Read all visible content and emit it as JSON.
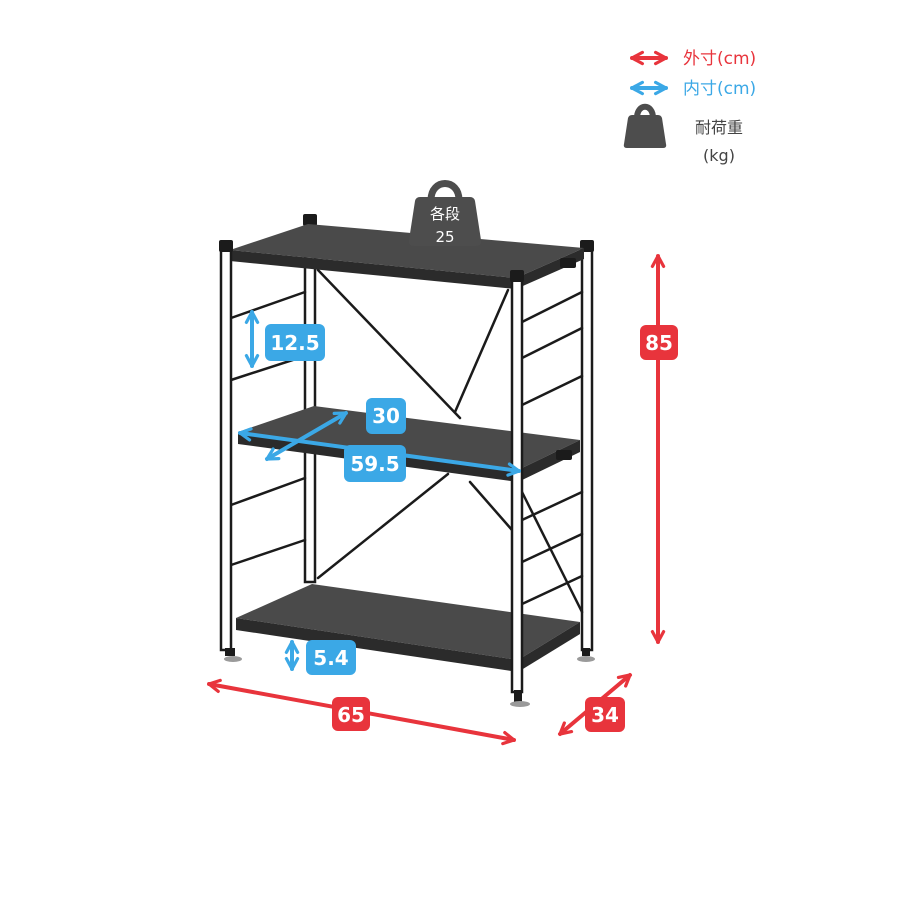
{
  "legend": {
    "outer_label": "外寸(cm)",
    "inner_label": "内寸(cm)",
    "load_label_line1": "耐荷重",
    "load_label_line2": "(kg)"
  },
  "load_badge": {
    "line1": "各段",
    "line2": "25"
  },
  "outer_dimensions": {
    "height": "85",
    "width": "65",
    "depth": "34"
  },
  "inner_dimensions": {
    "shelf_spacing": "12.5",
    "depth": "30",
    "width": "59.5",
    "floor_clearance": "5.4"
  },
  "colors": {
    "outer": "#e8343c",
    "inner": "#3ba8e6",
    "frame": "#1b1b1b",
    "board": "#4a4a4a",
    "icon": "#4d4d4d"
  },
  "icons": {
    "outer_legend": "double-arrow-icon",
    "inner_legend": "double-arrow-icon",
    "load_legend": "weight-icon",
    "load_badge": "weight-icon"
  }
}
